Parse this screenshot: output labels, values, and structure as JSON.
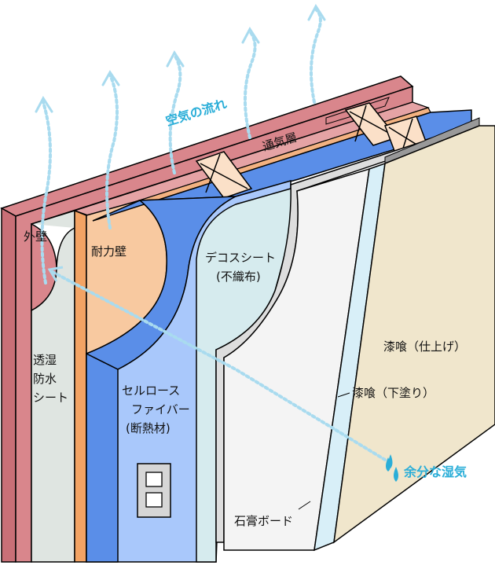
{
  "labels": {
    "air_flow": "空気の流れ",
    "vent_layer": "通気層",
    "exterior_wall": "外壁",
    "bearing_wall": "耐力壁",
    "moisture_sheet": [
      "透湿",
      "防水",
      "シート"
    ],
    "cellulose": [
      "セルロース",
      "ファイバー",
      "(断熱材)"
    ],
    "decos_sheet": [
      "デコスシート",
      "(不織布)"
    ],
    "plaster_finish": "漆喰（仕上げ）",
    "plaster_base": "漆喰（下塗り）",
    "gypsum_board": "石膏ボード",
    "excess_moisture": "余分な湿気"
  },
  "colors": {
    "exterior_wall": "#d9868c",
    "moisture_sheet": "#dfe5e1",
    "bearing_wall": "#f8c9a0",
    "cellulose_dark": "#5a8ee8",
    "cellulose_light": "#a9c8fb",
    "decos_sheet": "#d6ebee",
    "gypsum_board": "#f4f4f4",
    "plaster_base": "#d8eff8",
    "plaster_finish": "#f0e6cc",
    "air_flow": "#a9dbef",
    "moisture": "#2aaed8"
  }
}
